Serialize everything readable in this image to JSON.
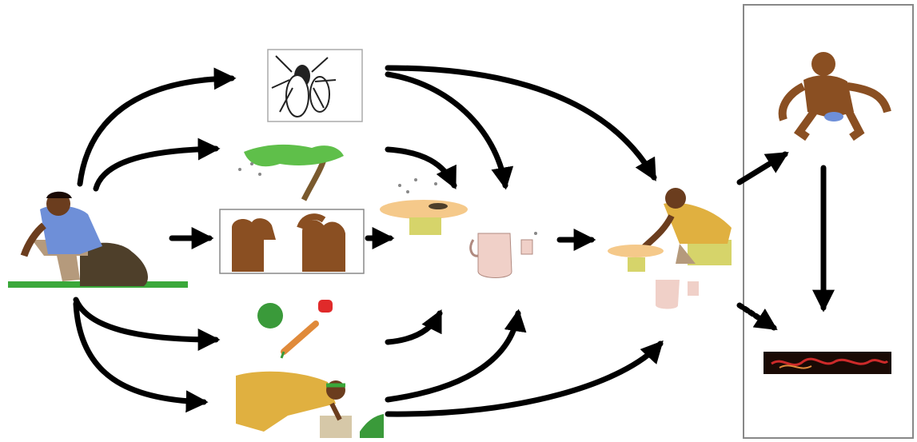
{
  "diagram": {
    "kind": "transmission-cycle",
    "colors": {
      "arrow": "#000000",
      "skin_dark": "#6b3d1e",
      "skin_brown": "#8a4f22",
      "shirt_blue": "#6e8fd8",
      "trousers": "#b59a7c",
      "rock": "#4e3f2a",
      "grass": "#3aa83a",
      "tree_leaves": "#5fbf4a",
      "tree_trunk": "#7a5a2e",
      "dress_yellow": "#e0b040",
      "plate": "#f5c98a",
      "cup": "#f0d0c8",
      "stool": "#d6d46a",
      "worm_band": "#1a0a05",
      "worm": "#cc2a2a",
      "panel_border": "#888888"
    },
    "nodes": [
      {
        "id": "defecating-person",
        "icon": "person-defecating-icon"
      },
      {
        "id": "flies",
        "icon": "fly-icon"
      },
      {
        "id": "wind",
        "icon": "wind-blown-tree-icon"
      },
      {
        "id": "hands",
        "icon": "dirty-hands-icon"
      },
      {
        "id": "produce",
        "icon": "fruit-vegetables-icon"
      },
      {
        "id": "farmer",
        "icon": "farmer-bending-icon"
      },
      {
        "id": "food",
        "icon": "food-plate-icon"
      },
      {
        "id": "water",
        "icon": "water-jug-icon"
      },
      {
        "id": "eating-person",
        "icon": "person-eating-icon"
      },
      {
        "id": "infected-person",
        "icon": "infected-person-icon"
      },
      {
        "id": "worms",
        "icon": "worms-icon"
      }
    ],
    "arrows": [
      {
        "from": "defecating-person",
        "to": "flies",
        "style": "solid"
      },
      {
        "from": "defecating-person",
        "to": "wind",
        "style": "solid"
      },
      {
        "from": "defecating-person",
        "to": "hands",
        "style": "solid"
      },
      {
        "from": "defecating-person",
        "to": "produce",
        "style": "solid"
      },
      {
        "from": "defecating-person",
        "to": "farmer",
        "style": "solid"
      },
      {
        "from": "flies",
        "to": "water",
        "style": "solid"
      },
      {
        "from": "flies",
        "to": "eating-person",
        "style": "solid"
      },
      {
        "from": "wind",
        "to": "food",
        "style": "solid"
      },
      {
        "from": "hands",
        "to": "food",
        "style": "solid"
      },
      {
        "from": "produce",
        "to": "food",
        "style": "solid"
      },
      {
        "from": "farmer",
        "to": "water",
        "style": "solid"
      },
      {
        "from": "farmer",
        "to": "eating-person",
        "style": "solid"
      },
      {
        "from": "water",
        "to": "eating-person",
        "style": "solid"
      },
      {
        "from": "eating-person",
        "to": "infected-person",
        "style": "solid"
      },
      {
        "from": "infected-person",
        "to": "worms",
        "style": "solid"
      },
      {
        "from": "eating-person",
        "to": "worms",
        "style": "dotted"
      }
    ]
  }
}
